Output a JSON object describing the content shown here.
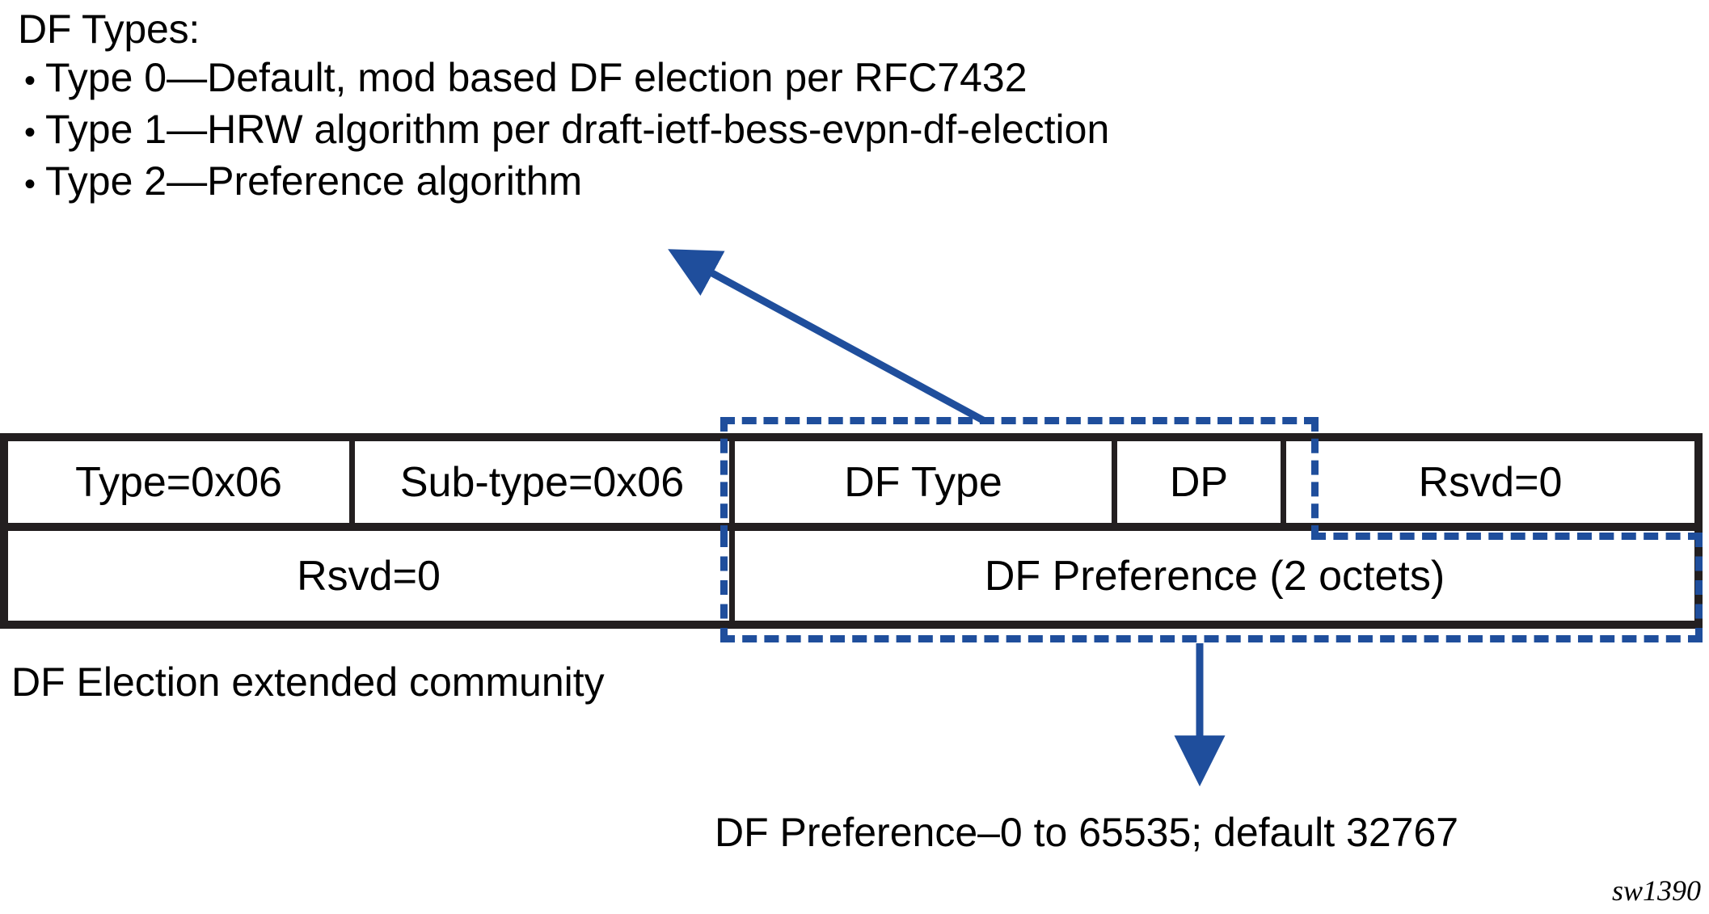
{
  "types_block": {
    "heading": "DF Types:",
    "bullet_glyph": "•",
    "items": [
      "Type 0—Default, mod based DF election per RFC7432",
      "Type 1—HRW algorithm per draft-ietf-bess-evpn-df-election",
      "Type 2—Preference algorithm"
    ]
  },
  "packet": {
    "row1": [
      {
        "label": "Type=0x06"
      },
      {
        "label": "Sub-type=0x06"
      },
      {
        "label": "DF Type"
      },
      {
        "label": "DP"
      },
      {
        "label": "Rsvd=0"
      }
    ],
    "row2": [
      {
        "label": "Rsvd=0"
      },
      {
        "label": "DF Preference (2 octets)"
      }
    ]
  },
  "annotations": {
    "community_caption": "DF Election extended community",
    "preference_caption": "DF Preference–0 to 65535; default 32767",
    "figure_id": "sw1390"
  },
  "colors": {
    "accent_blue": "#1f4e9c",
    "box_black": "#231f20",
    "background": "#ffffff"
  }
}
